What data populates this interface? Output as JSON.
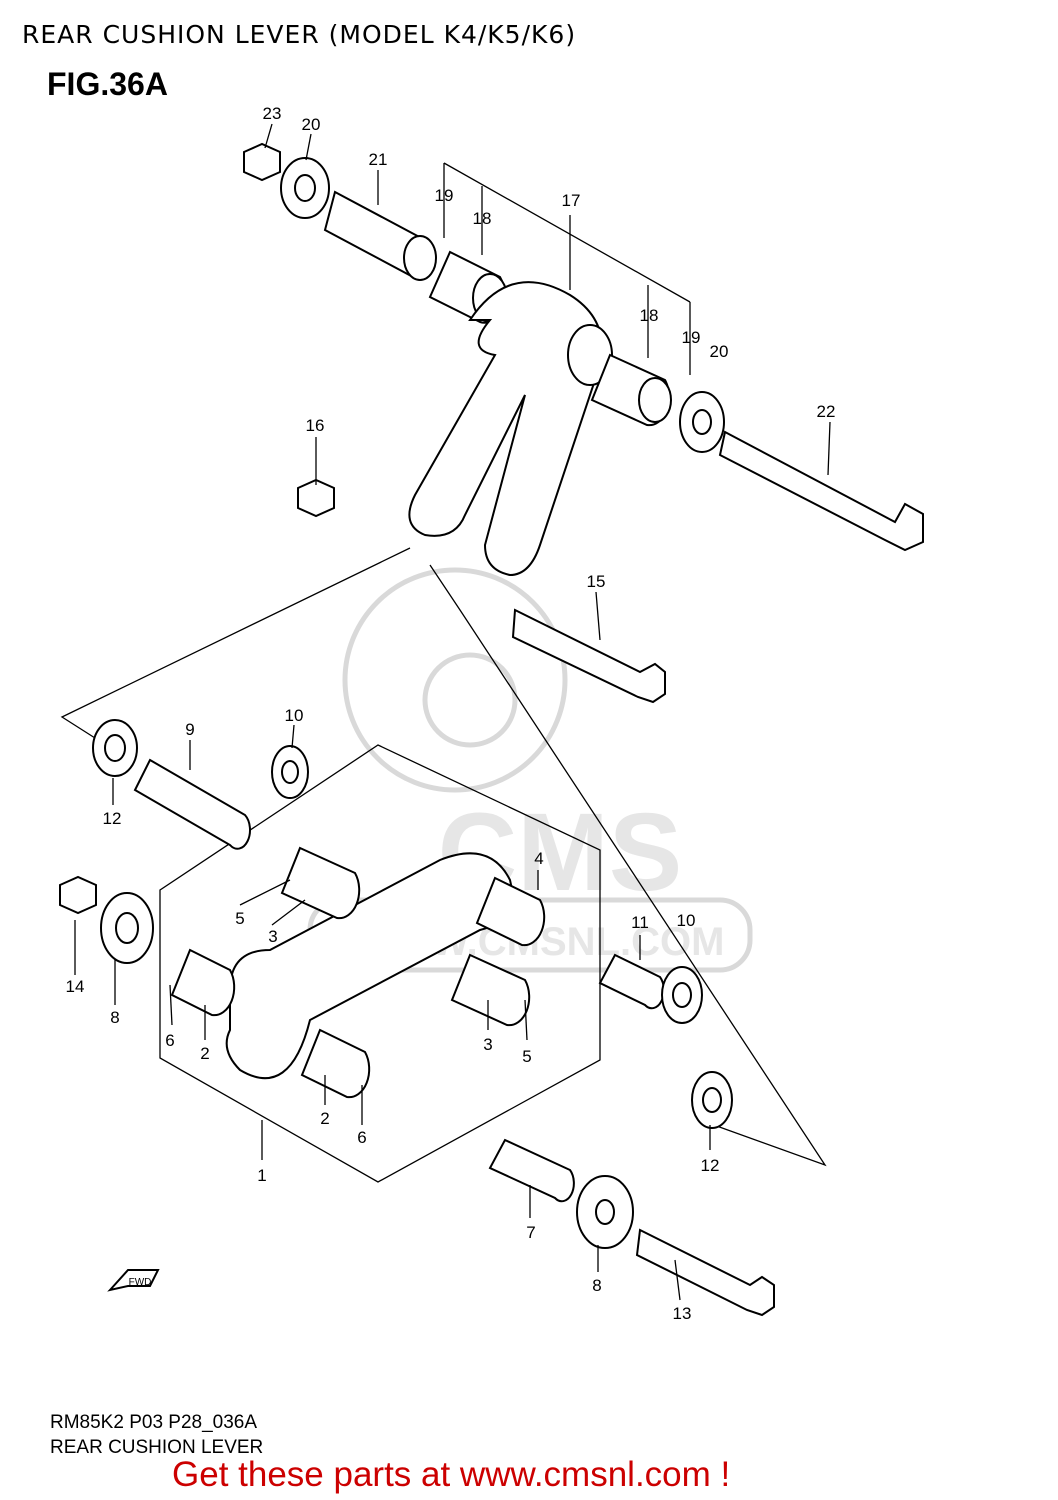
{
  "header": {
    "title": "REAR CUSHION LEVER (MODEL K4/K5/K6)",
    "figure": "FIG.36A"
  },
  "footer": {
    "code": "RM85K2 P03 P28_036A",
    "name": "REAR CUSHION LEVER"
  },
  "promo": {
    "text": "Get these parts at www.cmsnl.com !",
    "color": "#cc0000"
  },
  "watermark": {
    "brand": "CMS",
    "url": "WWW.CMSNL.COM"
  },
  "fwd_mark": "FWD",
  "callouts": [
    "23",
    "20",
    "21",
    "19",
    "18",
    "17",
    "18",
    "19",
    "20",
    "22",
    "16",
    "15",
    "10",
    "9",
    "12",
    "4",
    "5",
    "3",
    "14",
    "8",
    "11",
    "10",
    "6",
    "2",
    "3",
    "5",
    "2",
    "6",
    "1",
    "12",
    "7",
    "8",
    "13"
  ]
}
